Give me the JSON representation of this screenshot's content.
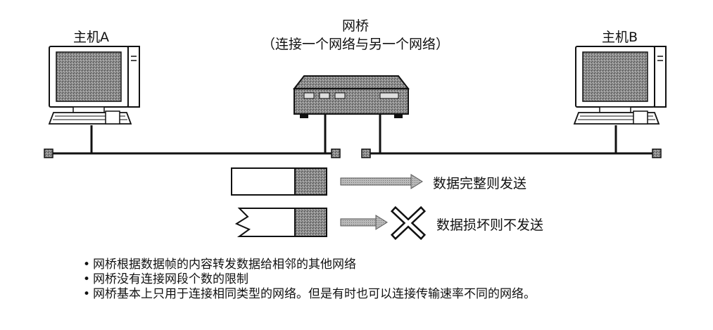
{
  "host_a": {
    "label": "主机A"
  },
  "host_b": {
    "label": "主机B"
  },
  "bridge": {
    "title": "网桥",
    "subtitle": "（连接一个网络与另一个网络）"
  },
  "frames": [
    {
      "label": "数据完整则发送"
    },
    {
      "label": "数据损坏则不发送"
    }
  ],
  "notes": [
    "网桥根据数据帧的内容转发数据给相邻的其他网络",
    "网桥没有连接网段个数的限制",
    "网桥基本上只用于连接相同类型的网络。但是有时也可以连接传输速率不同的网络。"
  ],
  "colors": {
    "line": "#111111",
    "fill_dark": "#7a7a7a",
    "fill_mid": "#9a9a9a",
    "arrow": "#b0b0b0"
  }
}
